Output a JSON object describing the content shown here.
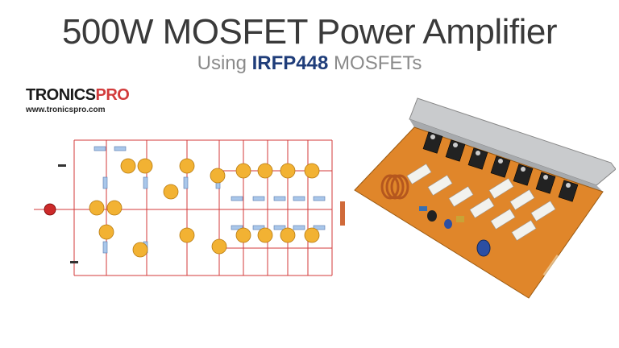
{
  "header": {
    "title": "500W MOSFET Power Amplifier",
    "subtitle_prefix": "Using ",
    "subtitle_highlight": "IRFP448",
    "subtitle_suffix": " MOSFETs"
  },
  "logo": {
    "brand_main": "TRONICS",
    "brand_pro": "PRO",
    "url": "www.tronicspro.com"
  },
  "images": {
    "schematic_icon": "circuit-schematic",
    "pcb_icon": "amplifier-pcb-photo"
  },
  "colors": {
    "title": "#3a3a3a",
    "subtitle": "#8a8a8a",
    "highlight": "#1f3d7a",
    "brand_pro": "#d23b3b",
    "pcb": "#e0862a",
    "heatsink": "#c9cbcd",
    "transistor": "#f2b233"
  }
}
